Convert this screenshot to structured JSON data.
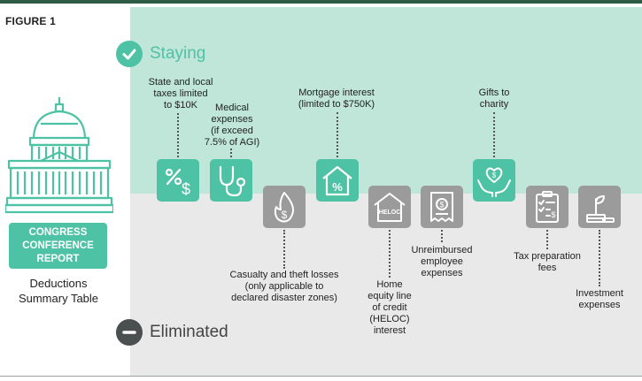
{
  "figure_label": "FIGURE 1",
  "sections": {
    "staying": "Staying",
    "eliminated": "Eliminated"
  },
  "report": {
    "line1": "CONGRESS",
    "line2": "CONFERENCE",
    "line3": "REPORT",
    "summary1": "Deductions",
    "summary2": "Summary Table"
  },
  "items": {
    "state_local": {
      "l1": "State and local",
      "l2": "taxes limited",
      "l3": "to $10K",
      "status": "staying",
      "icon": "percent-dollar-icon"
    },
    "medical": {
      "l1": "Medical",
      "l2": "expenses",
      "l3": "(if exceed",
      "l4": "7.5% of AGI)",
      "status": "staying",
      "icon": "stethoscope-icon"
    },
    "casualty": {
      "l1": "Casualty and theft losses",
      "l2": "(only applicable to",
      "l3": "declared disaster zones)",
      "status": "eliminated",
      "icon": "fire-icon"
    },
    "mortgage": {
      "l1": "Mortgage interest",
      "l2": "(limited to $750K)",
      "status": "staying",
      "icon": "house-percent-icon"
    },
    "heloc": {
      "l1": "Home",
      "l2": "equity line",
      "l3": "of credit",
      "l4": "(HELOC)",
      "l5": "interest",
      "badge": "HELOC",
      "status": "eliminated",
      "icon": "heloc-house-icon"
    },
    "unreimbursed": {
      "l1": "Unreimbursed",
      "l2": "employee",
      "l3": "expenses",
      "status": "eliminated",
      "icon": "receipt-icon"
    },
    "gifts": {
      "l1": "Gifts to",
      "l2": "charity",
      "status": "staying",
      "icon": "hands-heart-icon"
    },
    "taxprep": {
      "l1": "Tax preparation",
      "l2": "fees",
      "status": "eliminated",
      "icon": "clipboard-icon"
    },
    "investment": {
      "l1": "Investment",
      "l2": "expenses",
      "status": "eliminated",
      "icon": "plant-coins-icon"
    }
  },
  "colors": {
    "staying_panel": "#bfe6d8",
    "eliminated_panel": "#e9e9e9",
    "accent_green": "#4ec2a5",
    "tile_gray": "#9b9b9b",
    "eliminated_circle": "#4a4f50"
  }
}
